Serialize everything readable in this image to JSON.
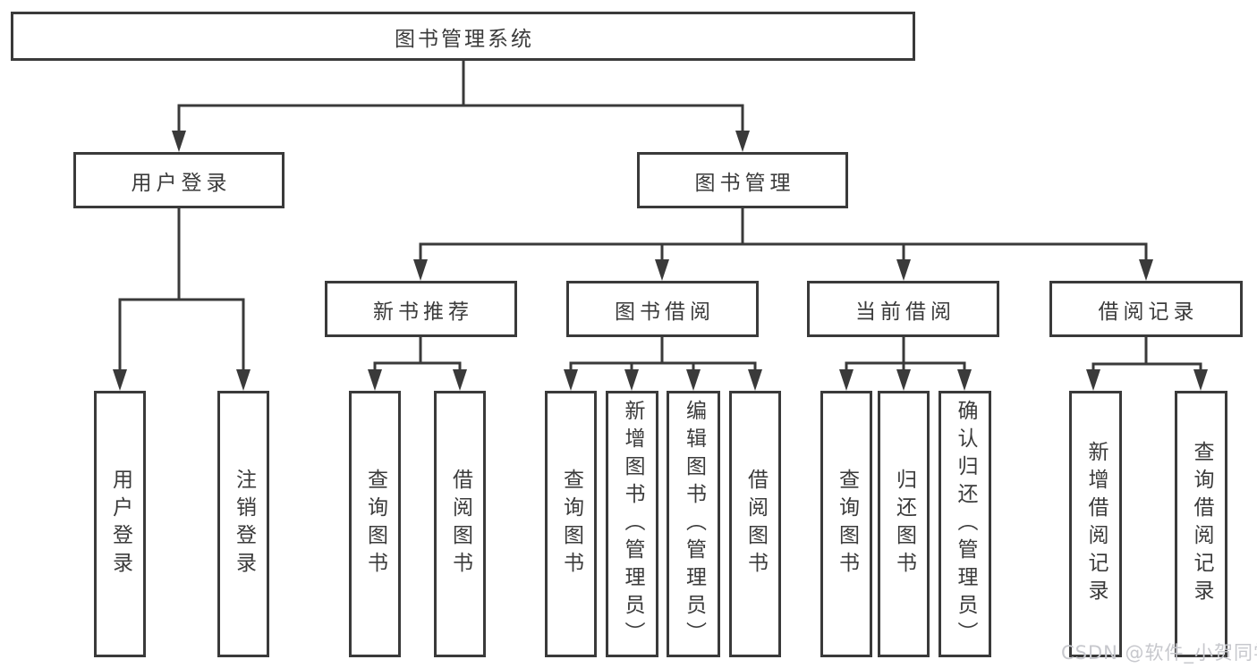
{
  "tree": {
    "label": "图书管理系统",
    "children": [
      {
        "label": "用户登录",
        "children": [
          {
            "label": "用户登录"
          },
          {
            "label": "注销登录"
          }
        ]
      },
      {
        "label": "图书管理",
        "children": [
          {
            "label": "新书推荐",
            "children": [
              {
                "label": "查询图书"
              },
              {
                "label": "借阅图书"
              }
            ]
          },
          {
            "label": "图书借阅",
            "children": [
              {
                "label": "查询图书"
              },
              {
                "label": "新增图书（管理员）"
              },
              {
                "label": "编辑图书（管理员）"
              },
              {
                "label": "借阅图书"
              }
            ]
          },
          {
            "label": "当前借阅",
            "children": [
              {
                "label": "查询图书"
              },
              {
                "label": "归还图书"
              },
              {
                "label": "确认归还（管理员）"
              }
            ]
          },
          {
            "label": "借阅记录",
            "children": [
              {
                "label": "新增借阅记录"
              },
              {
                "label": "查询借阅记录"
              }
            ]
          }
        ]
      }
    ]
  },
  "watermark": "CSDN @软件_小贺同学",
  "colors": {
    "line": "#3a3a3a",
    "box_border": "#3a3a3a",
    "text": "#3b3b3b",
    "background": "#ffffff",
    "watermark": "#c7c8cd"
  }
}
